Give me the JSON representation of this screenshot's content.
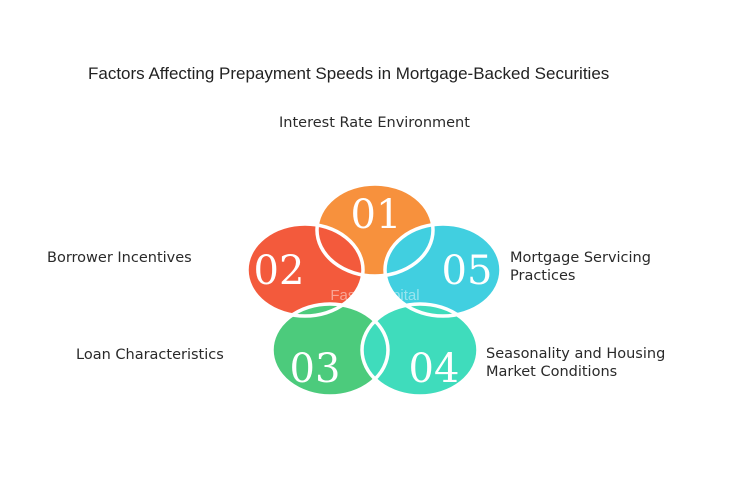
{
  "title": "Factors Affecting Prepayment Speeds in Mortgage-Backed Securities",
  "watermark": "FasterCapital",
  "factors": [
    {
      "num": "01",
      "label_lines": [
        "Interest Rate Environment"
      ],
      "color": "#f7913d"
    },
    {
      "num": "02",
      "label_lines": [
        "Borrower Incentives"
      ],
      "color": "#f35a3c"
    },
    {
      "num": "03",
      "label_lines": [
        "Loan Characteristics"
      ],
      "color": "#4ccb7c"
    },
    {
      "num": "04",
      "label_lines": [
        "Seasonality and Housing",
        "Market Conditions"
      ],
      "color": "#3fdcbc"
    },
    {
      "num": "05",
      "label_lines": [
        "Mortgage Servicing",
        "Practices"
      ],
      "color": "#41cfe0"
    }
  ]
}
